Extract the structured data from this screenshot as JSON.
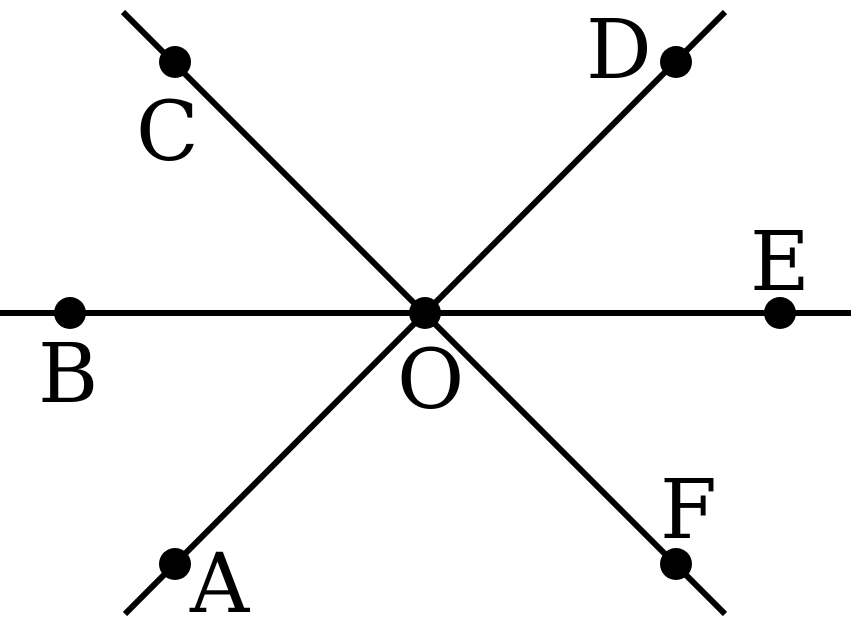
{
  "points": {
    "O": "O",
    "A": "A",
    "B": "B",
    "C": "C",
    "D": "D",
    "E": "E",
    "F": "F"
  },
  "colors": {
    "ink": "#000000",
    "background": "#ffffff"
  }
}
